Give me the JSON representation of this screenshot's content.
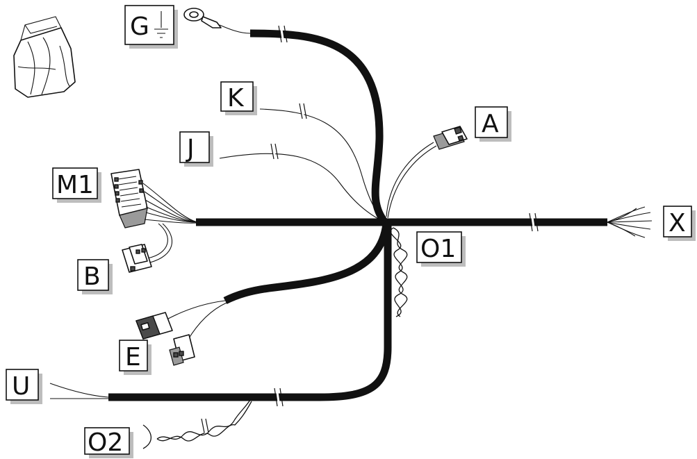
{
  "labels": {
    "G": "G",
    "K": "K",
    "J": "J",
    "A": "A",
    "M1": "M1",
    "X": "X",
    "B": "B",
    "O1": "O1",
    "E": "E",
    "U": "U",
    "O2": "O2"
  },
  "icons": {
    "bag": "plastic-bag-icon",
    "ground": "ground-symbol-icon"
  },
  "colors": {
    "ink": "#111111",
    "label_shadow": "#bdbdbd"
  }
}
